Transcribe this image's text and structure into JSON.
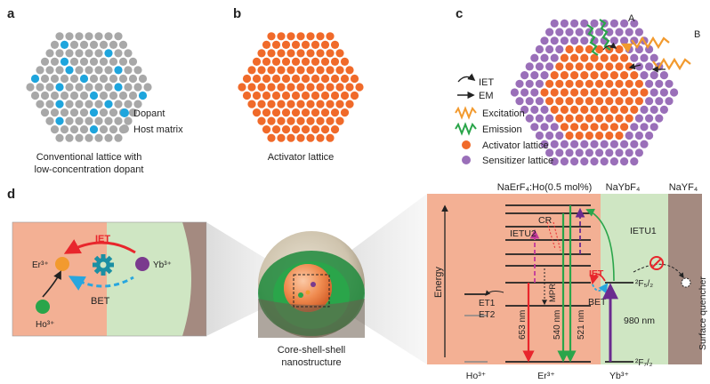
{
  "colors": {
    "host": "#a8a8a8",
    "dopant": "#1ea5dd",
    "activator": "#f06a2a",
    "sensitizer": "#9a6fb9",
    "core_bg": "#f3b094",
    "inner_shell_bg": "#cfe6c3",
    "outer_shell_bg": "#a48a80",
    "ho": "#2aa54a",
    "er": "#f29a2e",
    "yb": "#7a3a8e",
    "red_arrow": "#e8262c",
    "blue_arrow": "#28a6de",
    "green_arrow": "#2aa54a",
    "purple_arrow": "#6a2b8f",
    "magenta": "#c2389a",
    "gear": "#1b8fa3"
  },
  "panel_a": {
    "letter": "a",
    "legend": [
      {
        "label": "Dopant",
        "color_key": "dopant"
      },
      {
        "label": "Host matrix",
        "color_key": "host"
      }
    ],
    "caption_line1": "Conventional lattice with",
    "caption_line2": "low-concentration dopant"
  },
  "panel_b": {
    "letter": "b",
    "caption": "Activator lattice"
  },
  "panel_c": {
    "letter": "c",
    "label_A": "A",
    "label_B": "B",
    "legend": [
      {
        "label": "IET",
        "icon": "curved-arrow-icon"
      },
      {
        "label": "EM",
        "icon": "straight-arrow-icon"
      },
      {
        "label": "Excitation",
        "icon": "orange-wave-icon"
      },
      {
        "label": "Emission",
        "icon": "green-wave-icon"
      },
      {
        "label": "Activator lattice",
        "icon": "orange-dot-icon"
      },
      {
        "label": "Sensitizer lattice",
        "icon": "purple-dot-icon"
      }
    ]
  },
  "panel_d": {
    "letter": "d",
    "ions": {
      "er": "Er³⁺",
      "yb": "Yb³⁺",
      "ho": "Ho³⁺"
    },
    "iet": "IET",
    "bet": "BET",
    "nano_caption_line1": "Core-shell-shell",
    "nano_caption_line2": "nanostructure",
    "energy_axis": "Energy",
    "layer_core": "NaErF₄:Ho(0.5 mol%)",
    "layer_inner": "NaYbF₄",
    "layer_outer": "NaYF₄",
    "surface_quencher": "Surface quencher",
    "transfer_labels": {
      "ietu1": "IETU1",
      "ietu2": "IETU2",
      "cr": "CR",
      "et1": "ET1",
      "et2": "ET2",
      "mpr": "MPR",
      "iet": "IET",
      "bet": "BET"
    },
    "emissions": [
      {
        "label": "653 nm",
        "color_key": "red_arrow"
      },
      {
        "label": "540 nm",
        "color_key": "green_arrow"
      },
      {
        "label": "521 nm",
        "color_key": "green_arrow"
      }
    ],
    "excitation": "980 nm",
    "yb_levels": {
      "upper": "²F₅/₂",
      "lower": "²F₇/₂"
    },
    "ion_axis": {
      "ho": "Ho³⁺",
      "er": "Er³⁺",
      "yb": "Yb³⁺"
    }
  }
}
